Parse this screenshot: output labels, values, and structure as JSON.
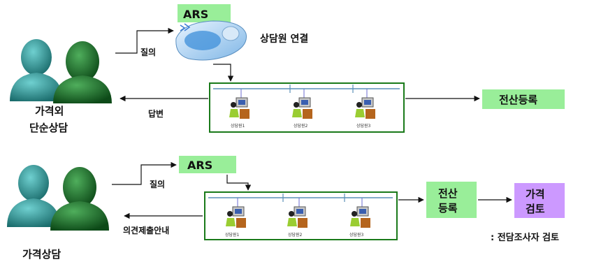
{
  "diagram": {
    "top": {
      "ars_label": "ARS",
      "inquiry_label": "질의",
      "connect_label": "상담원 연결",
      "answer_label": "답변",
      "customer_label_line1": "가격외",
      "customer_label_line2": "단순상담",
      "register_label": "전산등록",
      "agents": [
        "상담원1",
        "상담원2",
        "상담원3"
      ]
    },
    "bottom": {
      "ars_label": "ARS",
      "inquiry_label": "질의",
      "notice_label": "의견제출안내",
      "customer_label": "가격상담",
      "register_label_line1": "전산",
      "register_label_line2": "등록",
      "review_label_line1": "가격",
      "review_label_line2": "검토",
      "review_note": ": 전담조사자  검토",
      "agents": [
        "상담원1",
        "상담원2",
        "상담원3"
      ]
    },
    "colors": {
      "ars_box": "#99ee99",
      "register_box": "#99ee99",
      "review_box": "#cc99ff",
      "panel_border": "#1a7a1a",
      "person_front": "#1f6b2a",
      "person_back": "#2a8f8f"
    }
  }
}
